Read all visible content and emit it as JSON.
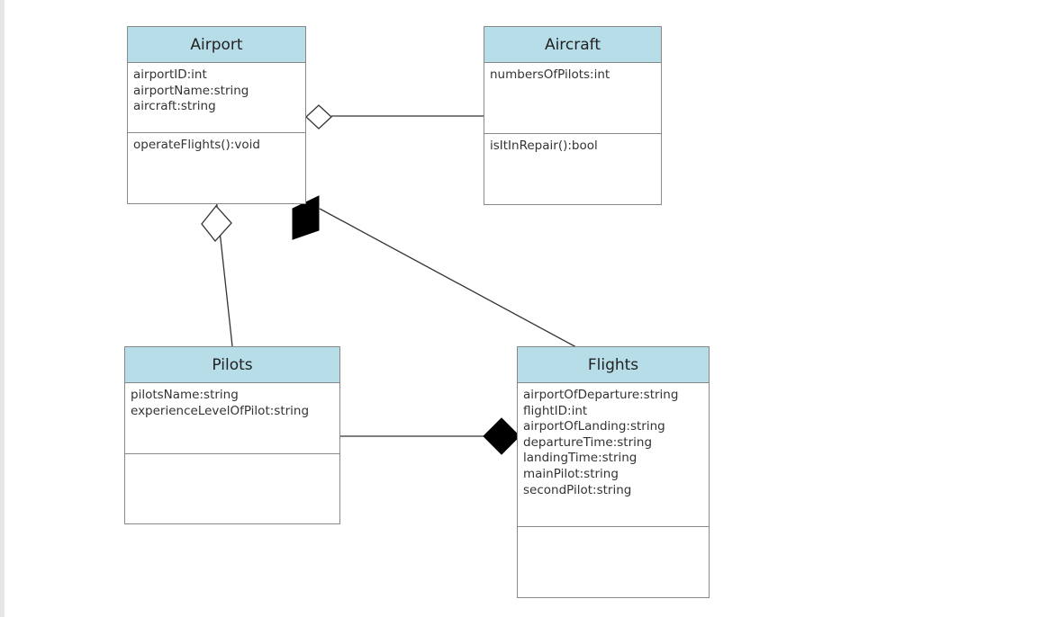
{
  "diagram": {
    "classes": {
      "airport": {
        "name": "Airport",
        "attributes": [
          "airportID:int",
          "airportName:string",
          "aircraft:string"
        ],
        "methods": [
          "operateFlights():void"
        ]
      },
      "aircraft": {
        "name": "Aircraft",
        "attributes": [
          "numbersOfPilots:int"
        ],
        "methods": [
          "isItInRepair():bool"
        ]
      },
      "pilots": {
        "name": "Pilots",
        "attributes": [
          "pilotsName:string",
          "experienceLevelOfPilot:string"
        ],
        "methods": []
      },
      "flights": {
        "name": "Flights",
        "attributes": [
          "airportOfDeparture:string",
          "flightID:int",
          "airportOfLanding:string",
          "departureTime:string",
          "landingTime:string",
          "mainPilot:string",
          "secondPilot:string"
        ],
        "methods": []
      }
    },
    "relationships": [
      {
        "from": "Aircraft",
        "to": "Airport",
        "type": "aggregation"
      },
      {
        "from": "Pilots",
        "to": "Airport",
        "type": "aggregation"
      },
      {
        "from": "Flights",
        "to": "Airport",
        "type": "composition"
      },
      {
        "from": "Pilots",
        "to": "Flights",
        "type": "composition"
      }
    ],
    "colors": {
      "header": "#b7dde8",
      "border": "#888888",
      "line": "#333333"
    }
  }
}
